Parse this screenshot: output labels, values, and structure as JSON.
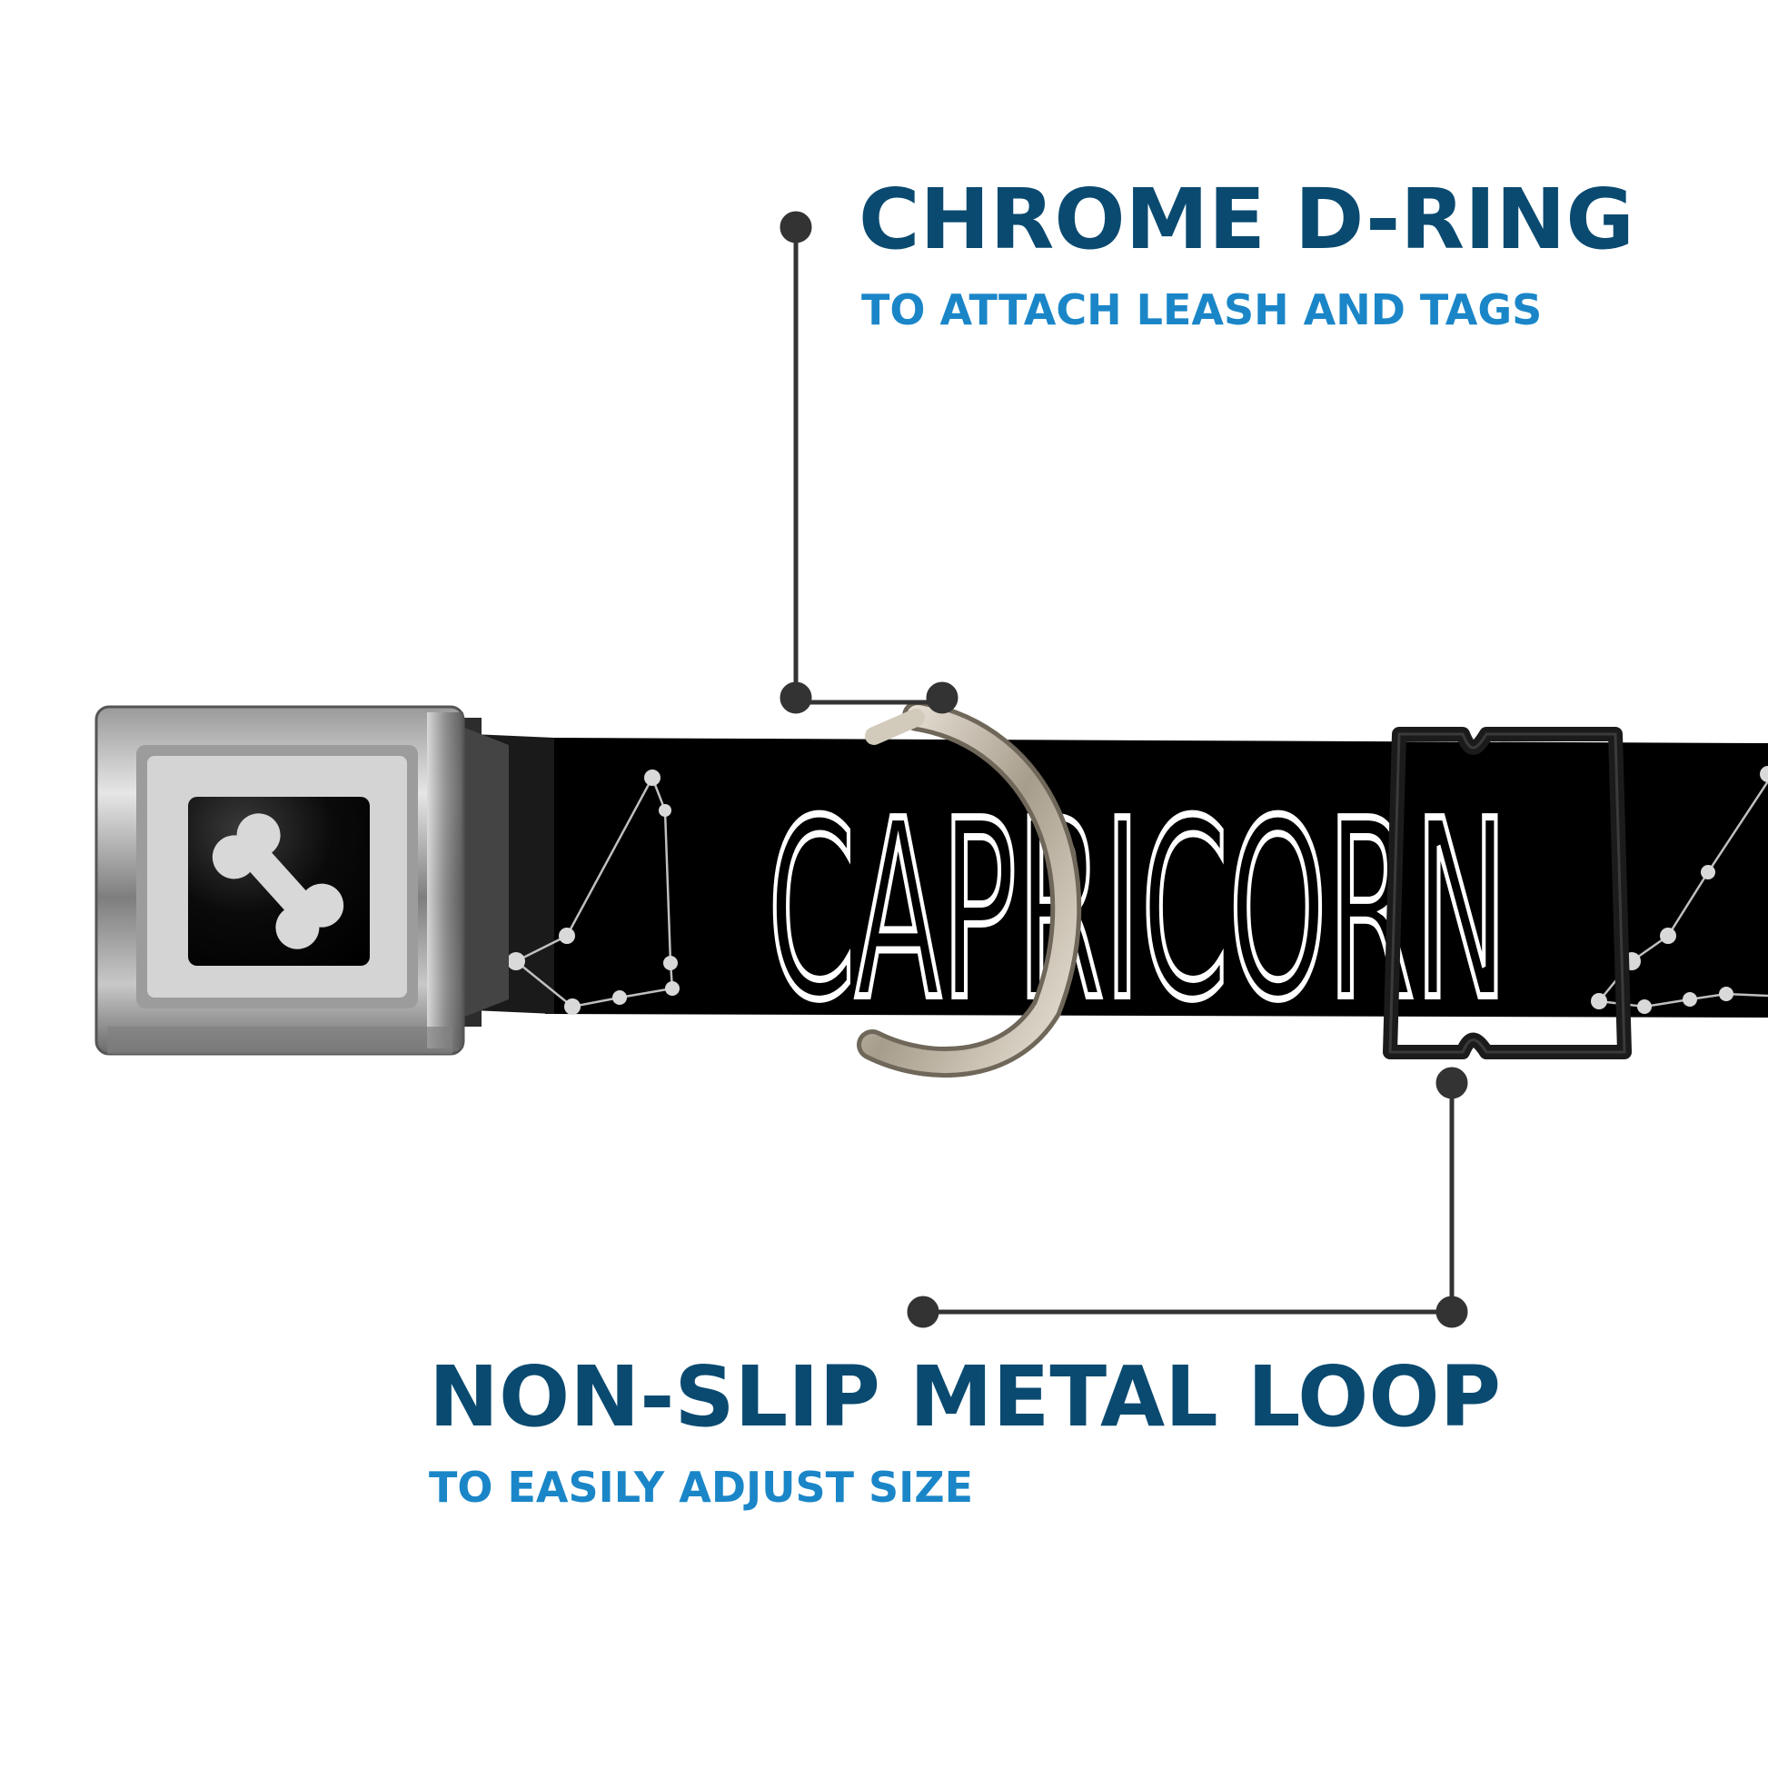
{
  "callouts": {
    "d_ring": {
      "title": "CHROME D-RING",
      "subtitle": "TO ATTACH LEASH AND TAGS"
    },
    "loop": {
      "title": "NON-SLIP METAL LOOP",
      "subtitle": "TO EASILY ADJUST SIZE"
    }
  },
  "collar": {
    "print_text": "CAPRICORN"
  },
  "colors": {
    "title": "#0a4a70",
    "subtitle": "#1a86c8",
    "leader": "#333333",
    "strap": "#000000",
    "print": "#ffffff"
  },
  "icons": {
    "buckle_logo": "bone-icon",
    "pattern": "capricorn-constellation-icon"
  }
}
